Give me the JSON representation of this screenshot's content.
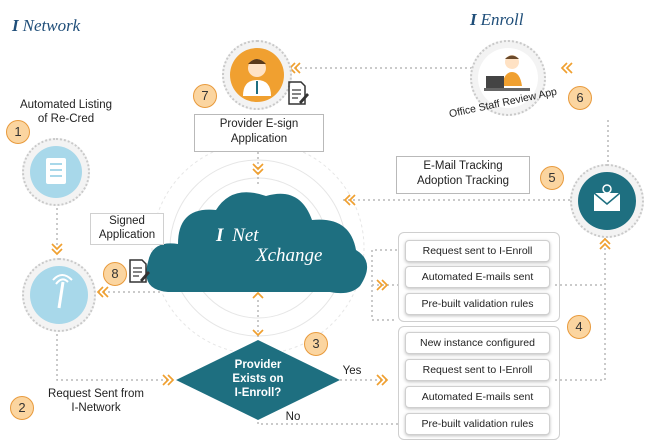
{
  "brands": {
    "left": "Network",
    "right": "Enroll"
  },
  "badges": [
    "1",
    "2",
    "3",
    "4",
    "5",
    "6",
    "7",
    "8"
  ],
  "labels": {
    "automated_listing": "Automated Listing\nof Re-Cred",
    "request_sent": "Request Sent from\nI-Network",
    "provider_esign": "Provider E-sign\nApplication",
    "signed_application": "Signed\nApplication",
    "email_tracking": "E-Mail Tracking\nAdoption Tracking",
    "office_staff": "Office Staff Review App"
  },
  "cloud": {
    "line1": "Net",
    "line2": "Xchange"
  },
  "decision": {
    "text": "Provider\nExists on\nI-Enroll?",
    "yes": "Yes",
    "no": "No"
  },
  "group_top": [
    "Request sent to I-Enroll",
    "Automated E-mails sent",
    "Pre-built validation rules"
  ],
  "group_bottom": [
    "New instance configured",
    "Request sent to I-Enroll",
    "Automated E-mails sent",
    "Pre-built validation rules"
  ],
  "colors": {
    "orange": "#f0a030",
    "teal": "#1e6f80",
    "navy": "#1f4e79",
    "light_blue": "#a8d8ea"
  },
  "icons": [
    "doctor-icon",
    "list-icon",
    "antenna-icon",
    "email-icon",
    "office-staff-icon",
    "document-icon"
  ]
}
